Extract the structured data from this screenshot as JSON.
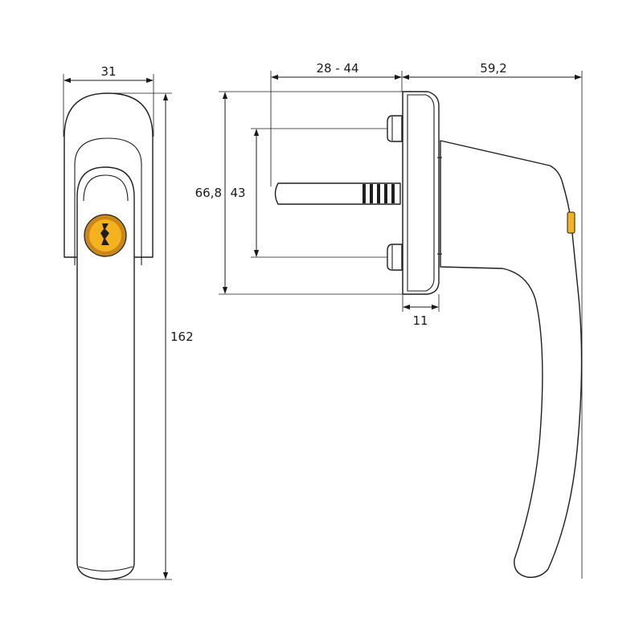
{
  "dimensions": {
    "width_front": "31",
    "height_total": "162",
    "spindle_range": "28 - 44",
    "projection": "59,2",
    "rose_height": "66,8",
    "screw_spacing": "43",
    "rose_thickness": "11"
  },
  "colors": {
    "line": "#1e1e1e",
    "cylinder_fill": "#f5b21f",
    "cylinder_dark": "#c9861a",
    "spindle_stripe": "#1e1e1e"
  },
  "icons": {
    "front": "handle-front-view",
    "side": "handle-side-view",
    "lock": "key-cylinder-icon"
  }
}
